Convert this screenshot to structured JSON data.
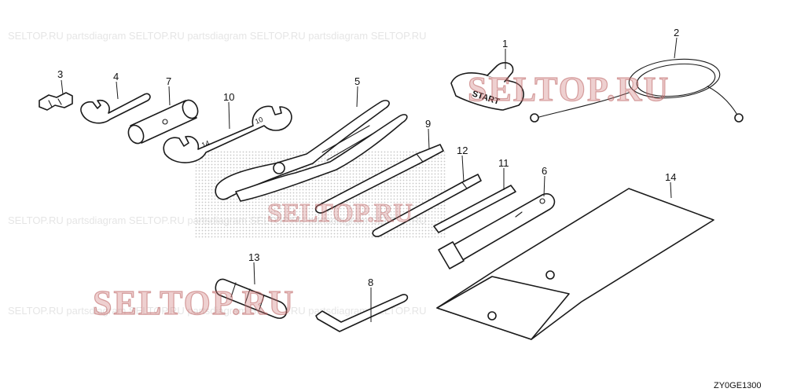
{
  "figure_code": "ZY0GE1300",
  "watermark_text": "SELTOP.RU",
  "callouts": [
    "1",
    "2",
    "3",
    "4",
    "5",
    "6",
    "7",
    "8",
    "9",
    "10",
    "11",
    "12",
    "13",
    "14"
  ],
  "handle_text": "START",
  "colors": {
    "line": "#1a1a1a",
    "watermark": "#cd7878",
    "background": "#ffffff"
  }
}
